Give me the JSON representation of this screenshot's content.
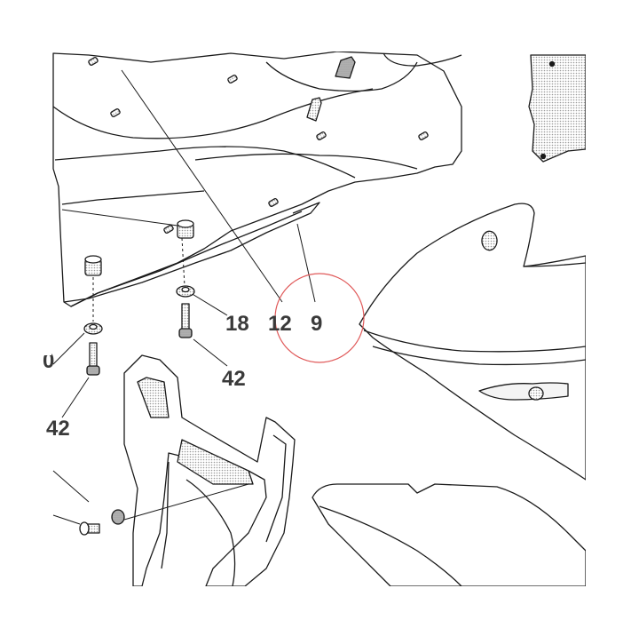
{
  "diagram": {
    "callouts": [
      {
        "id": "18",
        "label": "18"
      },
      {
        "id": "12",
        "label": "12"
      },
      {
        "id": "9",
        "label": "9"
      },
      {
        "id": "42",
        "label": "42"
      },
      {
        "id": "42b",
        "label": "42"
      },
      {
        "id": "x",
        "label": "0"
      }
    ],
    "highlight_color": "#e05a5a",
    "line_color": "#1a1a1a",
    "fill_light": "#f4f4f4",
    "fill_dark": "#cfcfcf"
  }
}
